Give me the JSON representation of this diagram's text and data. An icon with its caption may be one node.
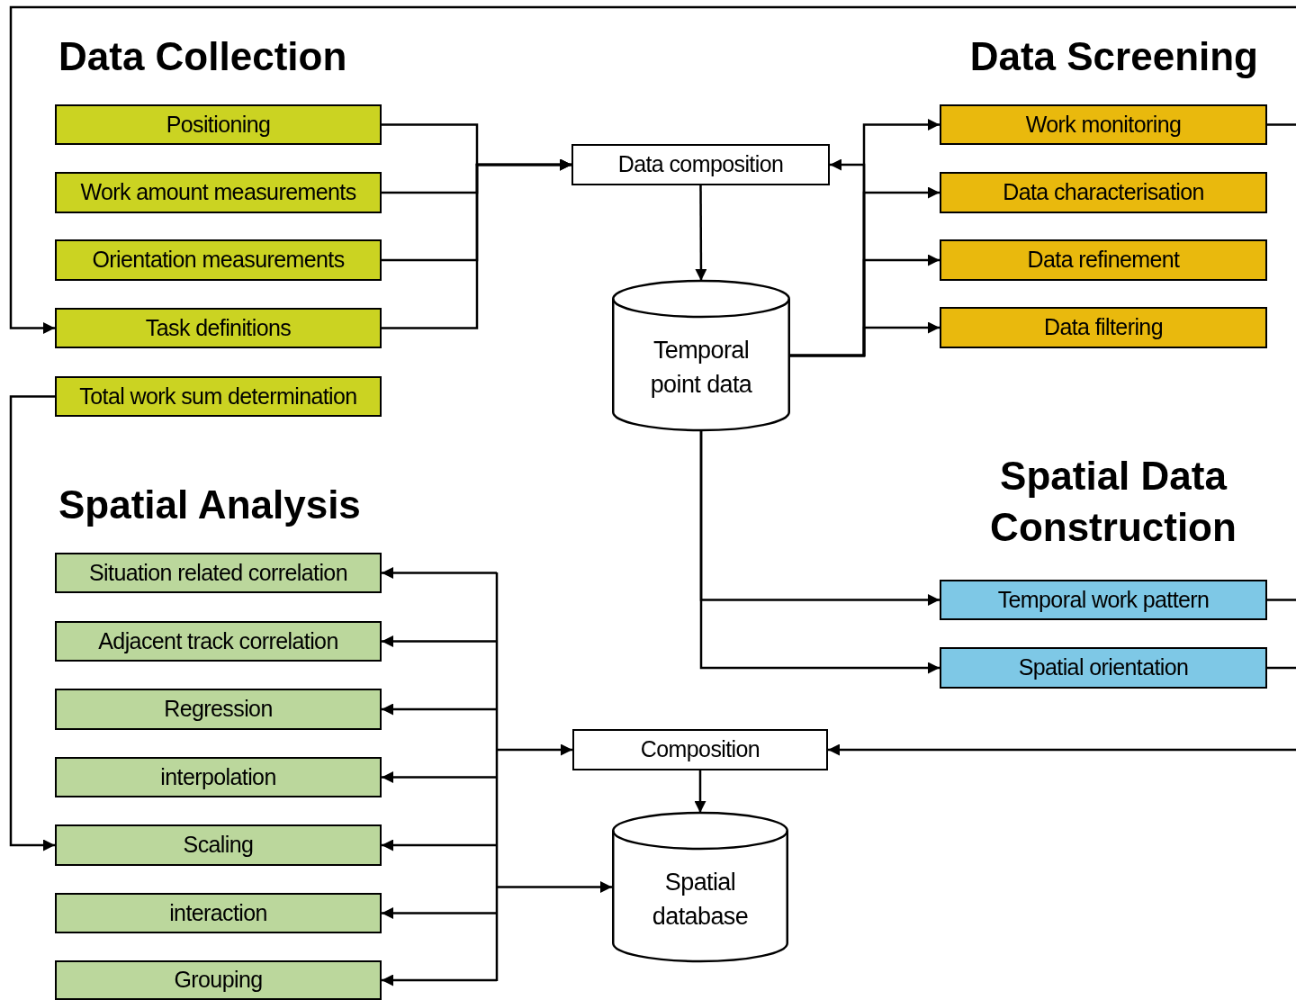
{
  "diagram": {
    "nodes": [
      {
        "text": [
          "Positioning"
        ]
      },
      {
        "text": [
          "Work amount measurements"
        ]
      },
      {
        "text": [
          "Orientation measurements"
        ]
      },
      {
        "text": [
          "Task definitions"
        ]
      },
      {
        "text": [
          "Total work sum determination"
        ]
      },
      {
        "text": [
          "Data composition"
        ]
      },
      {
        "text": [
          "Work monitoring"
        ]
      },
      {
        "text": [
          "Data characterisation"
        ]
      },
      {
        "text": [
          "Data refinement"
        ]
      },
      {
        "text": [
          "Data filtering"
        ]
      },
      {
        "text": [
          "Temporal point data"
        ]
      },
      {
        "text": [
          "Temporal work pattern"
        ]
      },
      {
        "text": [
          "Spatial orientation"
        ]
      },
      {
        "text": [
          "Situation related correlation"
        ]
      },
      {
        "text": [
          "Adjacent track correlation"
        ]
      },
      {
        "text": [
          "Regression"
        ]
      },
      {
        "text": [
          "interpolation"
        ]
      },
      {
        "text": [
          "Scaling"
        ]
      },
      {
        "text": [
          "interaction"
        ]
      },
      {
        "text": [
          "Grouping"
        ]
      },
      {
        "text": [
          "Composition"
        ]
      },
      {
        "text": [
          "Spatial database"
        ]
      }
    ],
    "edges": [
      {
        "from": 0,
        "to": 5,
        "arrow": "to"
      },
      {
        "from": 1,
        "to": 5,
        "arrow": "to"
      },
      {
        "from": 2,
        "to": 5,
        "arrow": "to"
      },
      {
        "from": 3,
        "to": 5,
        "arrow": "to"
      },
      {
        "from": 5,
        "to": 10,
        "arrow": "to"
      },
      {
        "from": 10,
        "to": 6,
        "arrow": "to"
      },
      {
        "from": 10,
        "to": 7,
        "arrow": "to"
      },
      {
        "from": 10,
        "to": 8,
        "arrow": "to"
      },
      {
        "from": 10,
        "to": 9,
        "arrow": "to"
      },
      {
        "from": 10,
        "to": 5,
        "arrow": "to"
      },
      {
        "from": 10,
        "to": 11,
        "arrow": "to"
      },
      {
        "from": 10,
        "to": 12,
        "arrow": "to"
      },
      {
        "from": 6,
        "to": null,
        "arrow": "none"
      },
      {
        "from": 11,
        "to": null,
        "arrow": "none"
      },
      {
        "from": 12,
        "to": null,
        "arrow": "none"
      },
      {
        "from": null,
        "to": 20,
        "arrow": "to"
      },
      {
        "from": null,
        "to": 3,
        "arrow": "to"
      },
      {
        "from": 4,
        "to": 17,
        "arrow": "to"
      },
      {
        "from": null,
        "to": 13,
        "arrow": "to"
      },
      {
        "from": null,
        "to": 14,
        "arrow": "to"
      },
      {
        "from": null,
        "to": 15,
        "arrow": "to"
      },
      {
        "from": null,
        "to": 16,
        "arrow": "to"
      },
      {
        "from": null,
        "to": 17,
        "arrow": "to"
      },
      {
        "from": null,
        "to": 18,
        "arrow": "to"
      },
      {
        "from": null,
        "to": 19,
        "arrow": "to"
      },
      {
        "from": null,
        "to": 20,
        "arrow": "to"
      },
      {
        "from": null,
        "to": 21,
        "arrow": "to"
      },
      {
        "from": 20,
        "to": 21,
        "arrow": "to"
      }
    ],
    "labels": [
      "Data Collection",
      "Data Screening",
      "Spatial Data Construction",
      "Spatial Analysis"
    ]
  }
}
